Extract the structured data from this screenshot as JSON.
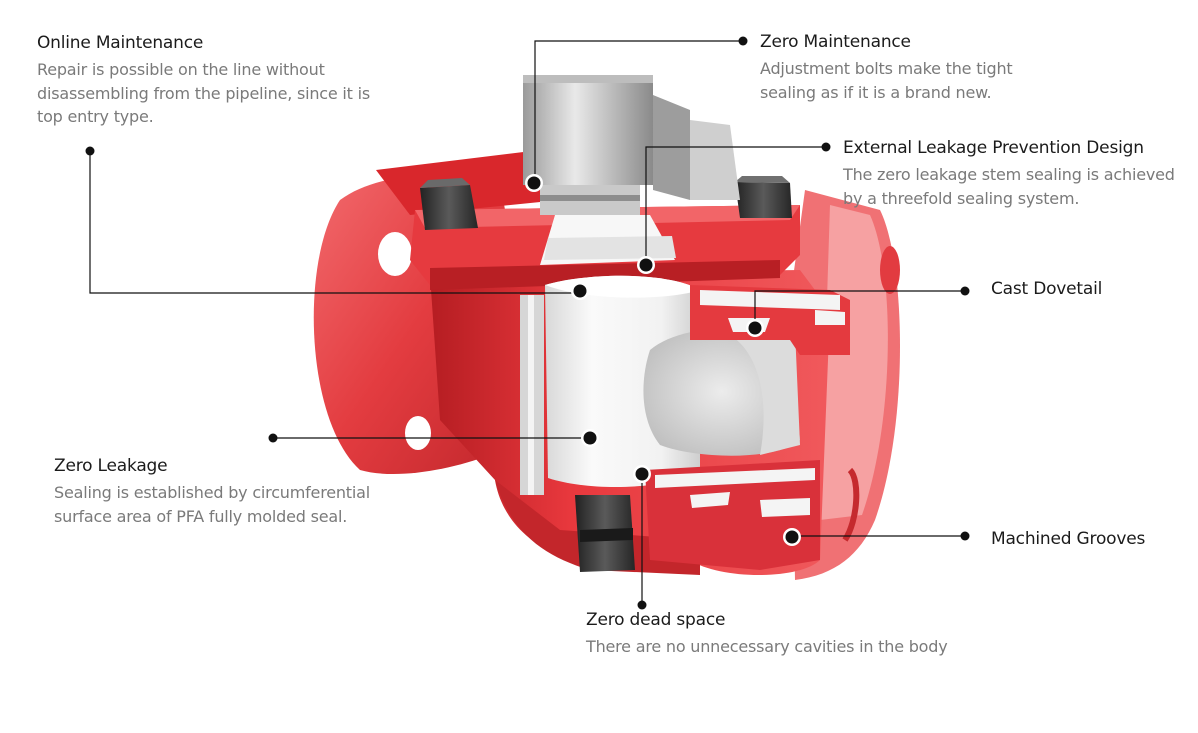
{
  "colors": {
    "body_red": "#e8383d",
    "body_red_dark": "#b51d22",
    "body_red_light": "#f47a7c",
    "seal_white": "#f2f2f2",
    "bolt_dark": "#3a3a3a",
    "line": "#111111"
  },
  "callouts": {
    "online_maintenance": {
      "title": "Online Maintenance",
      "desc": "Repair is possible on the line without disassembling from the pipeline, since it is top entry type."
    },
    "zero_maintenance": {
      "title": "Zero Maintenance",
      "desc": "Adjustment bolts make the tight sealing as if it is a brand new."
    },
    "external_leakage": {
      "title": "External Leakage Prevention Design",
      "desc": "The zero leakage stem sealing is achieved by a threefold sealing system."
    },
    "cast_dovetail": {
      "title": "Cast Dovetail"
    },
    "zero_leakage": {
      "title": "Zero Leakage",
      "desc": "Sealing is established by circumferential surface area of PFA fully molded seal."
    },
    "machined_grooves": {
      "title": "Machined Grooves"
    },
    "zero_dead_space": {
      "title": "Zero dead space",
      "desc": "There are no unnecessary cavities in the body"
    }
  }
}
